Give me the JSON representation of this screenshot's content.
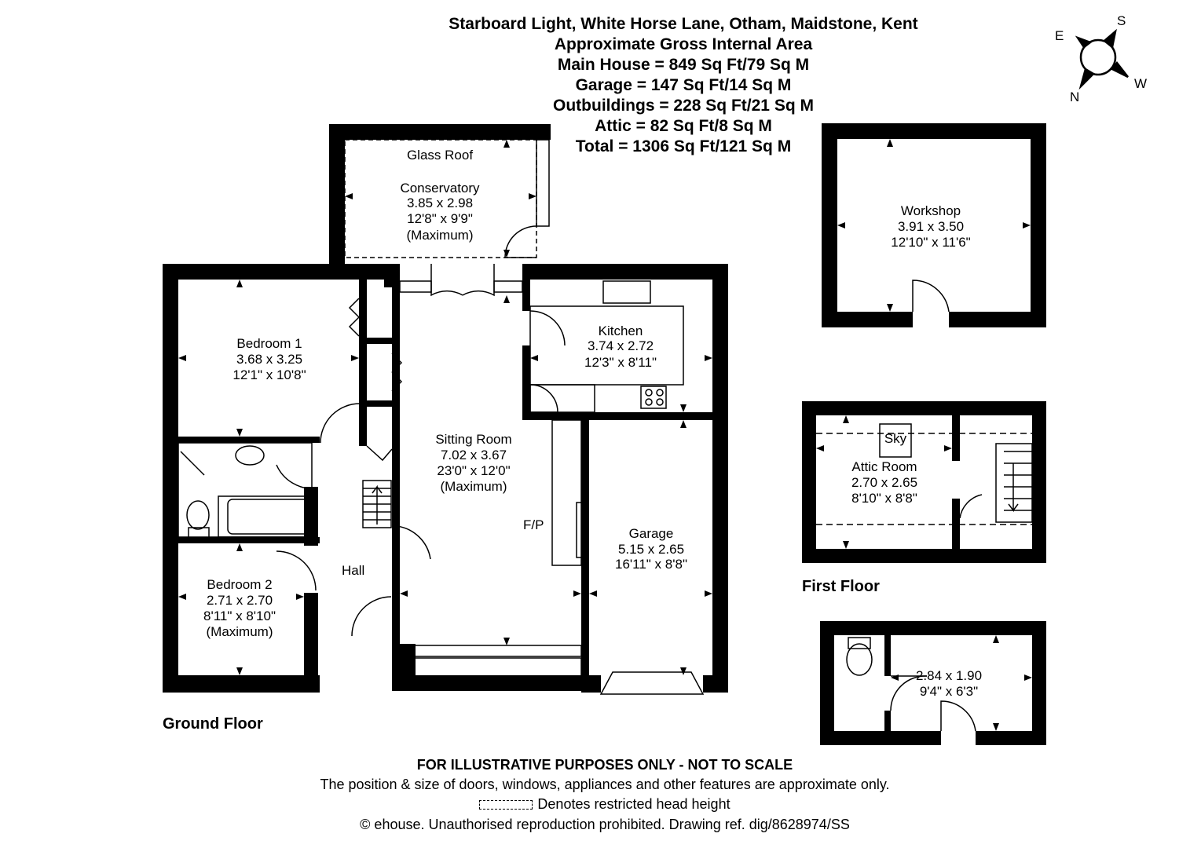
{
  "header": {
    "address": "Starboard Light, White Horse Lane, Otham, Maidstone, Kent",
    "area_heading": "Approximate Gross Internal Area",
    "main_house": "Main House = 849 Sq Ft/79 Sq M",
    "garage": "Garage = 147 Sq Ft/14 Sq M",
    "outbuildings": "Outbuildings = 228 Sq Ft/21 Sq M",
    "attic": "Attic = 82 Sq Ft/8 Sq M",
    "total": "Total = 1306 Sq Ft/121 Sq M"
  },
  "compass": {
    "n": "N",
    "e": "E",
    "s": "S",
    "w": "W"
  },
  "floors": {
    "ground": "Ground Floor",
    "first": "First Floor"
  },
  "rooms": {
    "conservatory": {
      "note": "Glass Roof",
      "name": "Conservatory",
      "metric": "3.85 x 2.98",
      "imperial": "12'8\" x 9'9\"",
      "qualifier": "(Maximum)"
    },
    "bedroom1": {
      "name": "Bedroom 1",
      "metric": "3.68 x 3.25",
      "imperial": "12'1\" x 10'8\""
    },
    "kitchen": {
      "name": "Kitchen",
      "metric": "3.74 x 2.72",
      "imperial": "12'3\" x 8'11\""
    },
    "sitting": {
      "name": "Sitting Room",
      "metric": "7.02 x 3.67",
      "imperial": "23'0\" x 12'0\"",
      "qualifier": "(Maximum)"
    },
    "fireplace": "F/P",
    "garage": {
      "name": "Garage",
      "metric": "5.15 x 2.65",
      "imperial": "16'11\" x 8'8\""
    },
    "hall": "Hall",
    "bedroom2": {
      "name": "Bedroom 2",
      "metric": "2.71 x 2.70",
      "imperial": "8'11\" x 8'10\"",
      "qualifier": "(Maximum)"
    },
    "workshop": {
      "name": "Workshop",
      "metric": "3.91 x 3.50",
      "imperial": "12'10\" x 11'6\""
    },
    "attic": {
      "sky": "Sky",
      "name": "Attic Room",
      "metric": "2.70 x 2.65",
      "imperial": "8'10\" x 8'8\""
    },
    "outbuilding": {
      "metric": "2.84 x 1.90",
      "imperial": "9'4\" x 6'3\""
    }
  },
  "footer": {
    "disclaimer": "FOR ILLUSTRATIVE PURPOSES ONLY - NOT TO SCALE",
    "position_note": "The position & size of doors, windows, appliances and other features are approximate only.",
    "legend": "Denotes restricted head height",
    "copyright": "© ehouse. Unauthorised reproduction prohibited. Drawing ref. dig/8628974/SS"
  }
}
